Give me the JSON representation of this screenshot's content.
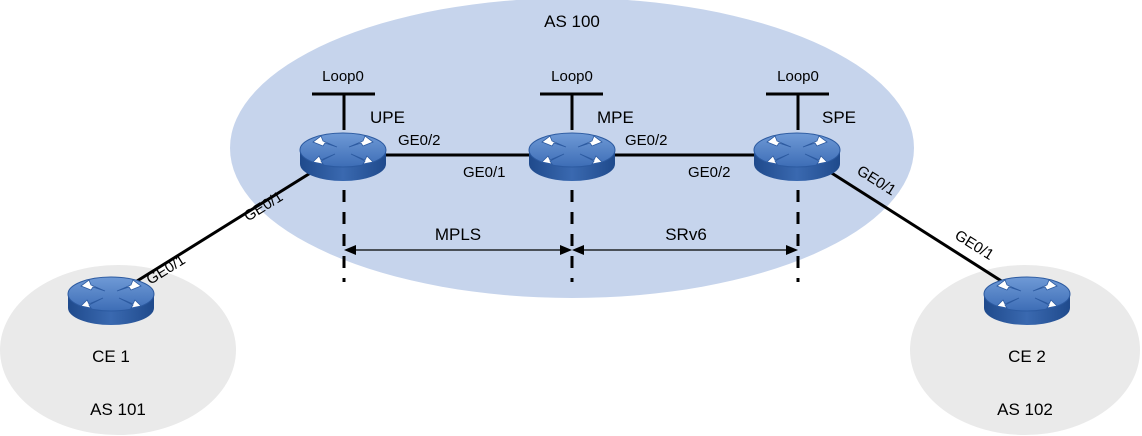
{
  "areas": {
    "as100": "AS 100",
    "as101": "AS 101",
    "as102": "AS 102"
  },
  "devices": {
    "upe": "UPE",
    "mpe": "MPE",
    "spe": "SPE",
    "ce1": "CE 1",
    "ce2": "CE 2"
  },
  "loopbacks": {
    "upe": "Loop0",
    "mpe": "Loop0",
    "spe": "Loop0"
  },
  "interfaces": {
    "ce1_ge01": "GE0/1",
    "upe_ge01": "GE0/1",
    "upe_ge02": "GE0/2",
    "mpe_ge01": "GE0/1",
    "mpe_ge02": "GE0/2",
    "spe_ge02": "GE0/2",
    "spe_ge01": "GE0/1",
    "ce2_ge01": "GE0/1"
  },
  "segments": {
    "mpls": "MPLS",
    "srv6": "SRv6"
  },
  "colors": {
    "as100_fill": "#c6d4ec",
    "edge_as_fill": "#eaeaea",
    "router_top": "#4f7fc4",
    "router_side": "#2c5aa0",
    "link": "#000000"
  }
}
